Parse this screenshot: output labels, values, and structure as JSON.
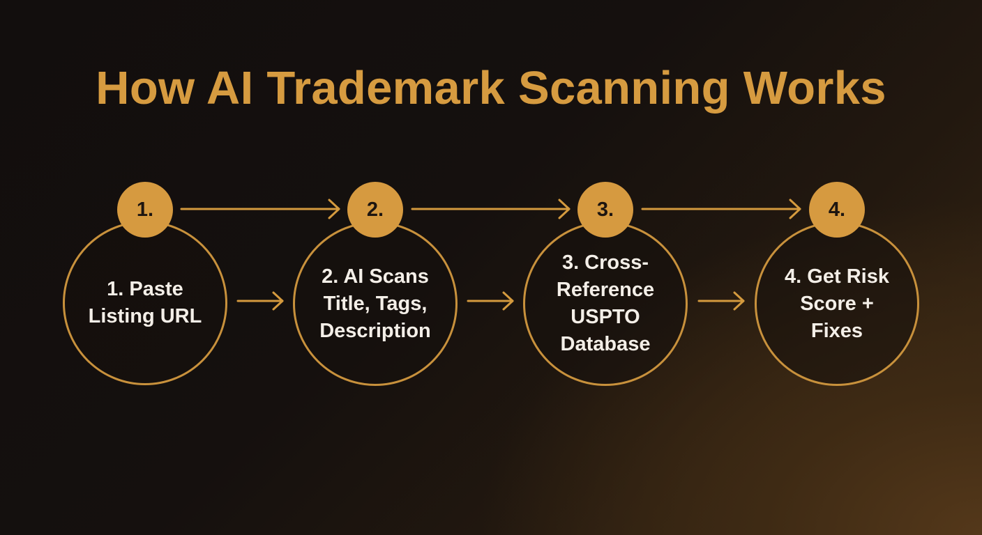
{
  "title": "How AI Trademark Scanning Works",
  "colors": {
    "accent": "#d69a40",
    "text": "#f4efe8",
    "badge_text": "#1d1510",
    "background_dark": "#120e0d",
    "background_warm": "#54381a"
  },
  "steps": [
    {
      "badge": "1.",
      "label": "1. Paste\nListing URL"
    },
    {
      "badge": "2.",
      "label": "2. AI Scans\nTitle, Tags,\nDescription"
    },
    {
      "badge": "3.",
      "label": "3. Cross-\nReference\nUSPTO\nDatabase"
    },
    {
      "badge": "4.",
      "label": "4. Get Risk\nScore +\nFixes"
    }
  ],
  "connectors": {
    "top_arrows": [
      "arrow-1-to-2",
      "arrow-2-to-3",
      "arrow-3-to-4"
    ],
    "side_arrows": [
      "arrow-1-to-2",
      "arrow-2-to-3",
      "arrow-3-to-4"
    ]
  }
}
